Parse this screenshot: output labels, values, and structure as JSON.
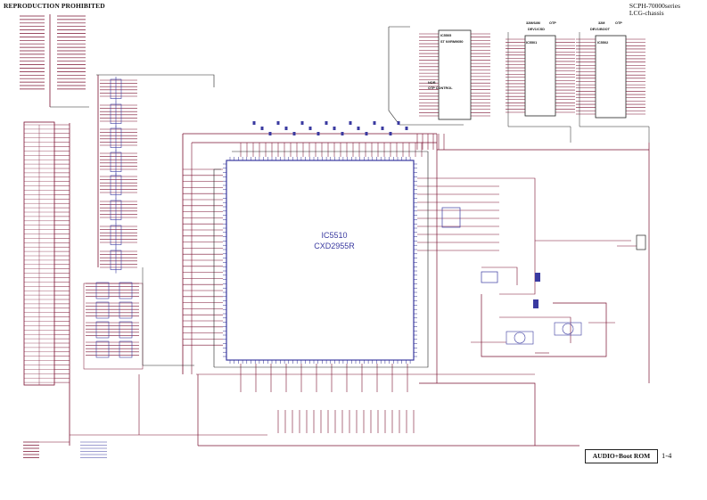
{
  "header": {
    "notice": "REPRODUCTION PROHIBITED",
    "model_series": "SCPH-70000series",
    "chassis": "LCG-chassis"
  },
  "main_ic": {
    "ref": "IC5510",
    "part": "CXD2955R"
  },
  "memory_ics": {
    "left": {
      "ref": "IC5505",
      "type": "ST NVRM9050"
    },
    "middle": {
      "ref": "IC5501",
      "header": "DEV1/CSD"
    },
    "right": {
      "ref": "IC5502",
      "header": "DEV1/BOOT"
    }
  },
  "memory_headers": {
    "mid_a": "32M/64M",
    "mid_b": "OTP",
    "right_a": "32M",
    "right_b": "OTP"
  },
  "labels": {
    "otp_control": "OTP CONTROL",
    "nor": "NOR"
  },
  "title_block": {
    "title": "AUDIO+Boot ROM",
    "page": "1-4"
  },
  "colors": {
    "wire": "#7a1030",
    "ic_body": "#3a3aa0",
    "pin": "#2a2a90",
    "text": "#111111"
  }
}
